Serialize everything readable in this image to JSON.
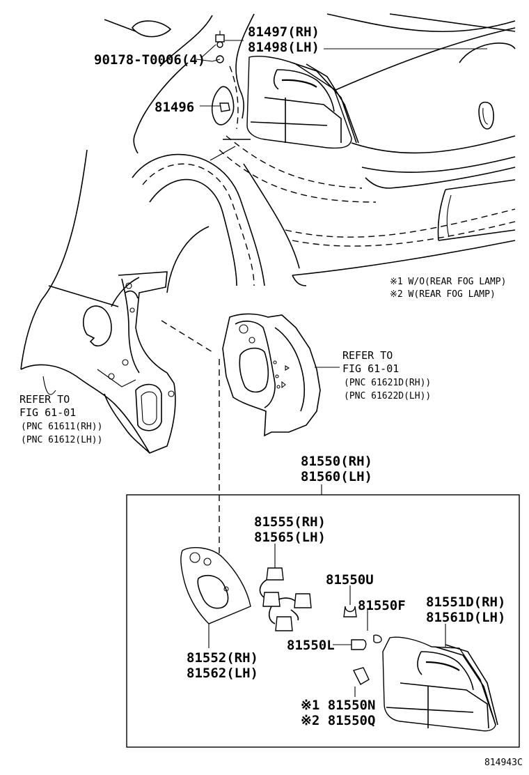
{
  "labels": {
    "p81497": "81497(RH)",
    "p81498": "81498(LH)",
    "p90178": "90178-T0006(4)",
    "p81496": "81496",
    "note1": "※1 W/O(REAR FOG LAMP)",
    "note2": "※2 W(REAR FOG LAMP)",
    "ref_right_1": "REFER TO",
    "ref_right_2": "FIG 61-01",
    "ref_right_3": "(PNC 61621D(RH))",
    "ref_right_4": "(PNC 61622D(LH))",
    "ref_left_1": "REFER TO",
    "ref_left_2": "FIG 61-01",
    "ref_left_3": "(PNC 61611(RH))",
    "ref_left_4": "(PNC 61612(LH))",
    "p81550": "81550(RH)",
    "p81560": "81560(LH)",
    "p81555": "81555(RH)",
    "p81565": "81565(LH)",
    "p81550U": "81550U",
    "p81550F": "81550F",
    "p81551D": "81551D(RH)",
    "p81561D": "81561D(LH)",
    "p81550L": "81550L",
    "p81552": "81552(RH)",
    "p81562": "81562(LH)",
    "p81550N": "※1 81550N",
    "p81550Q": "※2 81550Q",
    "figure_code": "814943C"
  }
}
